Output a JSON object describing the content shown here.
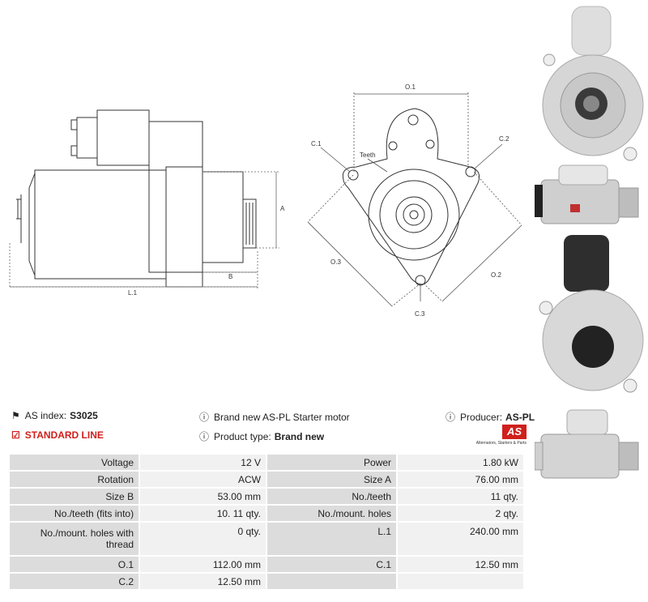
{
  "diagram": {
    "side_view_labels": {
      "a": "A",
      "b": "B",
      "l1": "L.1"
    },
    "front_view_labels": {
      "o1": "O.1",
      "o2": "O.2",
      "o3": "O.3",
      "c1": "C.1",
      "c2": "C.2",
      "c3": "C.3",
      "teeth": "Teeth"
    }
  },
  "header": {
    "as_index_label": "AS index:",
    "as_index_value": "S3025",
    "standard_line": "STANDARD LINE",
    "description": "Brand new AS-PL Starter motor",
    "product_type_label": "Product type:",
    "product_type_value": "Brand new",
    "producer_label": "Producer:",
    "producer_value": "AS-PL",
    "logo_text": "AS",
    "logo_caption": "Alternators, Starters & Parts"
  },
  "specs": [
    [
      "Voltage",
      "12 V",
      "Power",
      "1.80 kW"
    ],
    [
      "Rotation",
      "ACW",
      "Size A",
      "76.00 mm"
    ],
    [
      "Size B",
      "53.00 mm",
      "No./teeth",
      "11 qty."
    ],
    [
      "No./teeth (fits into)",
      "10. 11 qty.",
      "No./mount. holes",
      "2 qty."
    ],
    [
      "No./mount. holes with thread",
      "0 qty.",
      "L.1",
      "240.00 mm"
    ],
    [
      "O.1",
      "112.00 mm",
      "C.1",
      "12.50 mm"
    ],
    [
      "C.2",
      "12.50 mm",
      "",
      ""
    ]
  ],
  "colors": {
    "accent_red": "#d0201c",
    "label_cell": "#dcdcdc",
    "value_cell": "#f1f1f1"
  }
}
